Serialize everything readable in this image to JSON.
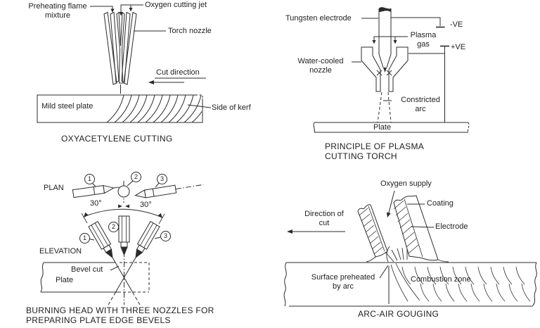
{
  "colors": {
    "ink": "#2b2b2b",
    "background": "#ffffff"
  },
  "oxyacetylene": {
    "labels": {
      "preheating": "Preheating  flame\nmixture",
      "oxygen_jet": "Oxygen cutting jet",
      "torch_nozzle": "Torch nozzle",
      "cut_direction": "Cut direction",
      "plate": "Mild steel plate",
      "kerf": "Side of kerf"
    },
    "caption": "OXYACETYLENE CUTTING"
  },
  "plasma": {
    "labels": {
      "tungsten": "Tungsten electrode",
      "negative": "-VE",
      "plasma_gas": "Plasma\ngas",
      "positive": "+VE",
      "nozzle": "Water-cooled\nnozzle",
      "arc": "Constricted\narc",
      "plate": "Plate"
    },
    "caption": "PRINCIPLE OF PLASMA\nCUTTING TORCH"
  },
  "burning_head": {
    "labels": {
      "plan": "PLAN",
      "elevation": "ELEVATION",
      "angle_left": "30°",
      "angle_right": "30°",
      "bevel": "Bevel cut",
      "plate": "Plate",
      "n1": "1",
      "n2": "2",
      "n3": "3"
    },
    "caption": "BURNING HEAD WITH THREE NOZZLES FOR\nPREPARING PLATE EDGE BEVELS"
  },
  "arc_air": {
    "labels": {
      "oxygen": "Oxygen supply",
      "direction": "Direction of\ncut",
      "coating": "Coating",
      "electrode": "Electrode",
      "preheated": "Surface preheated\nby arc",
      "combustion": "Combustion zone"
    },
    "caption": "ARC-AIR GOUGING"
  }
}
